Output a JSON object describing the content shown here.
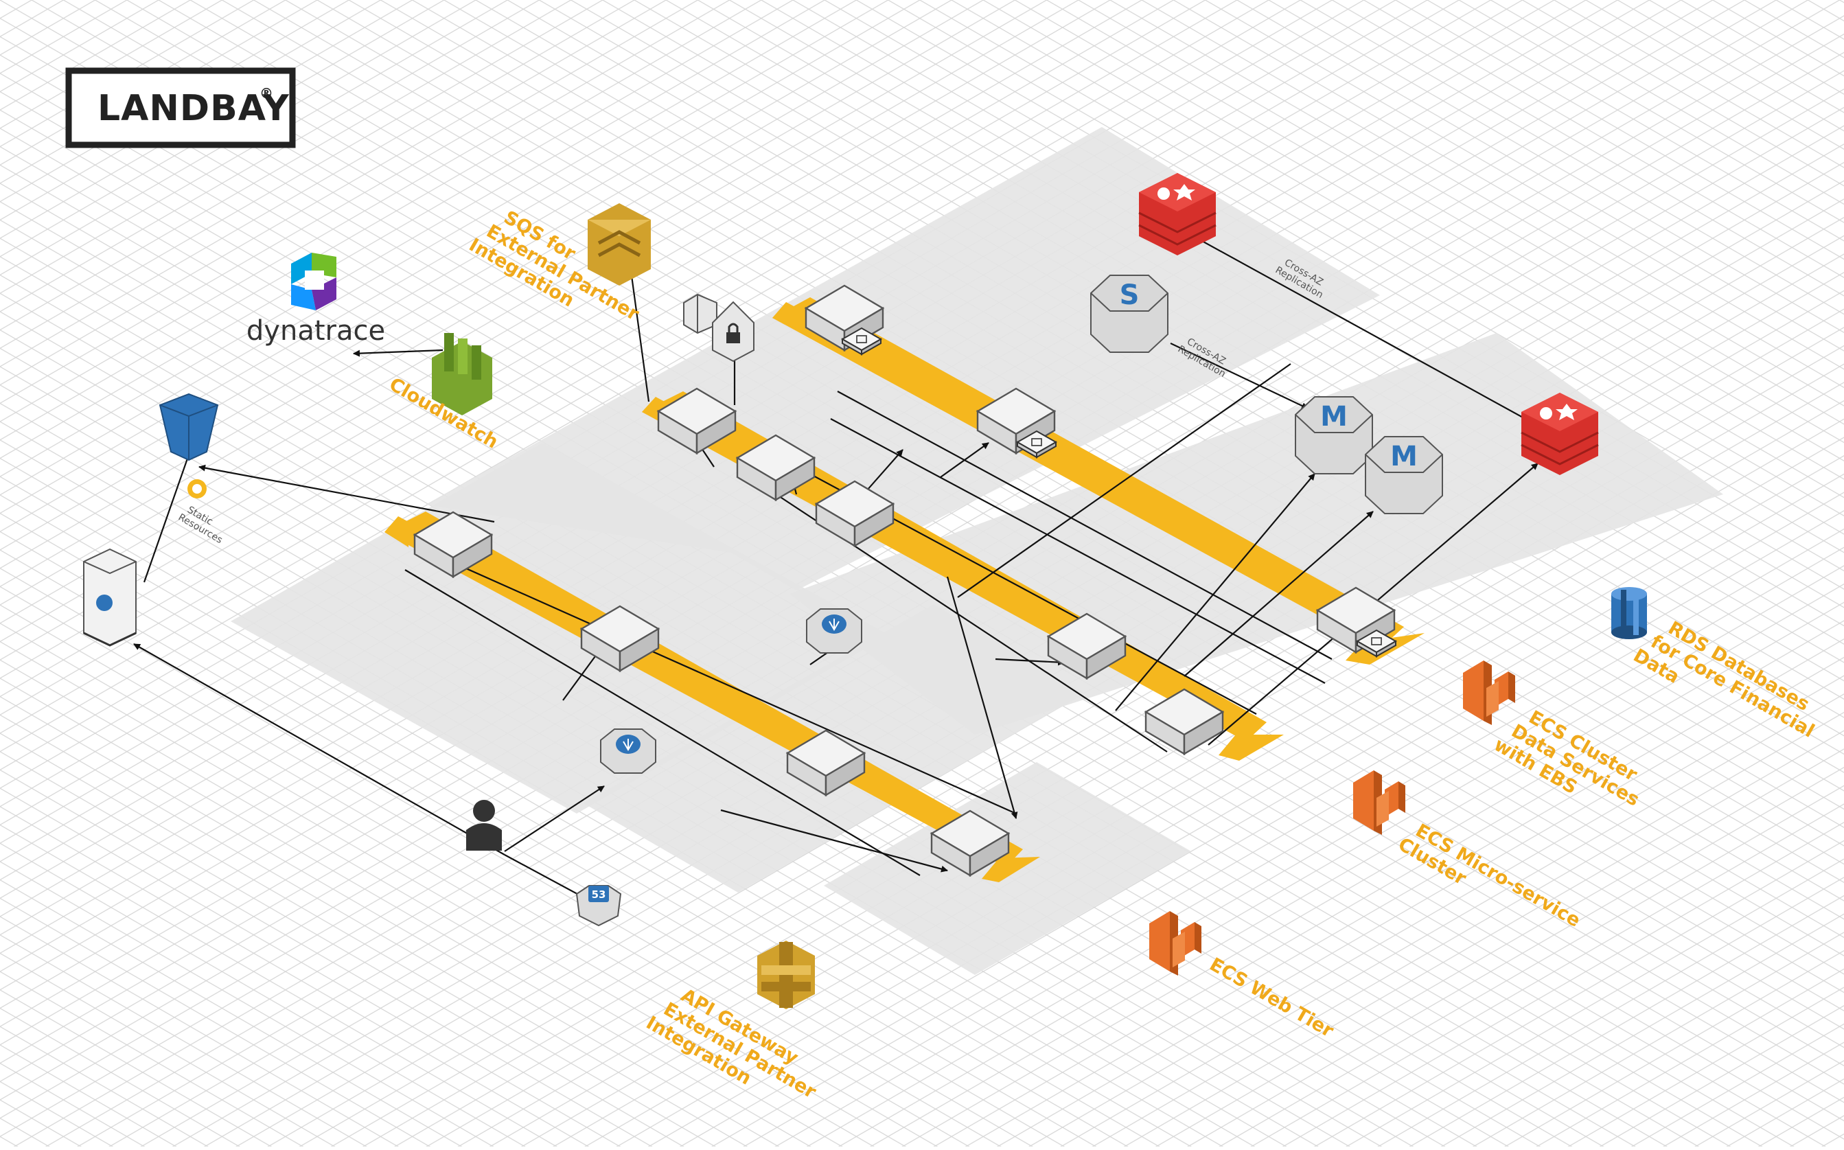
{
  "logo": {
    "text": "LANDBAY",
    "mark": "®"
  },
  "dynatrace": {
    "text": "dynatrace"
  },
  "labels": {
    "sqs": [
      "SQS for",
      "External Partner",
      "Integration"
    ],
    "cloudwatch": [
      "Cloudwatch"
    ],
    "static": [
      "Static",
      "Resources"
    ],
    "api_gateway": [
      "API Gateway",
      "External Partner",
      "Integration"
    ],
    "rds": [
      "RDS Databases",
      "for Core Financial",
      "Data"
    ],
    "ecs_data": [
      "ECS Cluster",
      "Data Services",
      "with EBS"
    ],
    "ecs_micro": [
      "ECS Micro-service",
      "Cluster"
    ],
    "ecs_web": [
      "ECS Web Tier"
    ],
    "repl1": [
      "Cross-AZ",
      "Replication"
    ],
    "repl2": [
      "Cross-AZ",
      "Replication"
    ]
  },
  "icons": {
    "redis_top": "redis-icon",
    "redis_right": "redis-icon",
    "mongo_s": "S",
    "mongo_m1": "M",
    "mongo_m2": "M",
    "route53": "53"
  },
  "colors": {
    "accent": "#f0a91b",
    "lane": "#f5b71e",
    "plane": "#e5e5e5",
    "grid": "#d9d9d9",
    "redis": "#d6302b",
    "ecs": "#e8702a",
    "aws_gold": "#d1a12c",
    "rds_blue": "#2e73b8",
    "cloudwatch_green": "#7aa52e"
  }
}
